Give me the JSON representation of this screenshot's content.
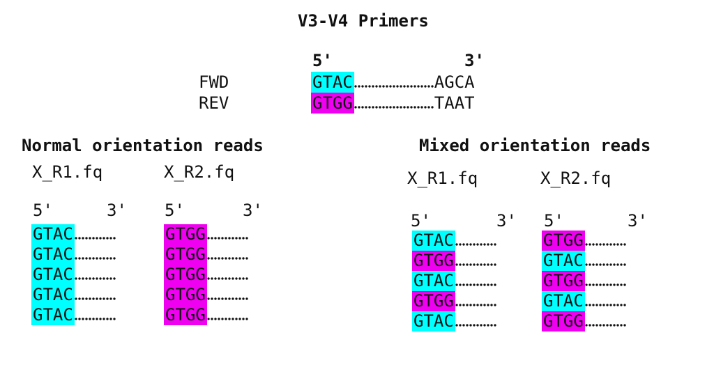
{
  "title": "V3-V4 Primers",
  "colors": {
    "cyan": "#00FFFF",
    "magenta": "#F000F0"
  },
  "primers": {
    "five_prime_label": "5'",
    "three_prime_label": "3'",
    "dot_count": 23,
    "rows": [
      {
        "label": "FWD",
        "seq": "GTAC",
        "color": "cyan",
        "tail": "AGCA"
      },
      {
        "label": "REV",
        "seq": "GTGG",
        "color": "magenta",
        "tail": "TAAT"
      }
    ]
  },
  "read_dot_count": 12,
  "sections": [
    {
      "heading": "Normal orientation reads",
      "columns": [
        {
          "file": "X_R1.fq",
          "five_prime_label": "5'",
          "three_prime_label": "3'",
          "reads": [
            {
              "seq": "GTAC",
              "color": "cyan"
            },
            {
              "seq": "GTAC",
              "color": "cyan"
            },
            {
              "seq": "GTAC",
              "color": "cyan"
            },
            {
              "seq": "GTAC",
              "color": "cyan"
            },
            {
              "seq": "GTAC",
              "color": "cyan"
            }
          ]
        },
        {
          "file": "X_R2.fq",
          "five_prime_label": "5'",
          "three_prime_label": "3'",
          "reads": [
            {
              "seq": "GTGG",
              "color": "magenta"
            },
            {
              "seq": "GTGG",
              "color": "magenta"
            },
            {
              "seq": "GTGG",
              "color": "magenta"
            },
            {
              "seq": "GTGG",
              "color": "magenta"
            },
            {
              "seq": "GTGG",
              "color": "magenta"
            }
          ]
        }
      ]
    },
    {
      "heading": "Mixed orientation reads",
      "columns": [
        {
          "file": "X_R1.fq",
          "five_prime_label": "5'",
          "three_prime_label": "3'",
          "reads": [
            {
              "seq": "GTAC",
              "color": "cyan"
            },
            {
              "seq": "GTGG",
              "color": "magenta"
            },
            {
              "seq": "GTAC",
              "color": "cyan"
            },
            {
              "seq": "GTGG",
              "color": "magenta"
            },
            {
              "seq": "GTAC",
              "color": "cyan"
            }
          ]
        },
        {
          "file": "X_R2.fq",
          "five_prime_label": "5'",
          "three_prime_label": "3'",
          "reads": [
            {
              "seq": "GTGG",
              "color": "magenta"
            },
            {
              "seq": "GTAC",
              "color": "cyan"
            },
            {
              "seq": "GTGG",
              "color": "magenta"
            },
            {
              "seq": "GTAC",
              "color": "cyan"
            },
            {
              "seq": "GTGG",
              "color": "magenta"
            }
          ]
        }
      ]
    }
  ]
}
